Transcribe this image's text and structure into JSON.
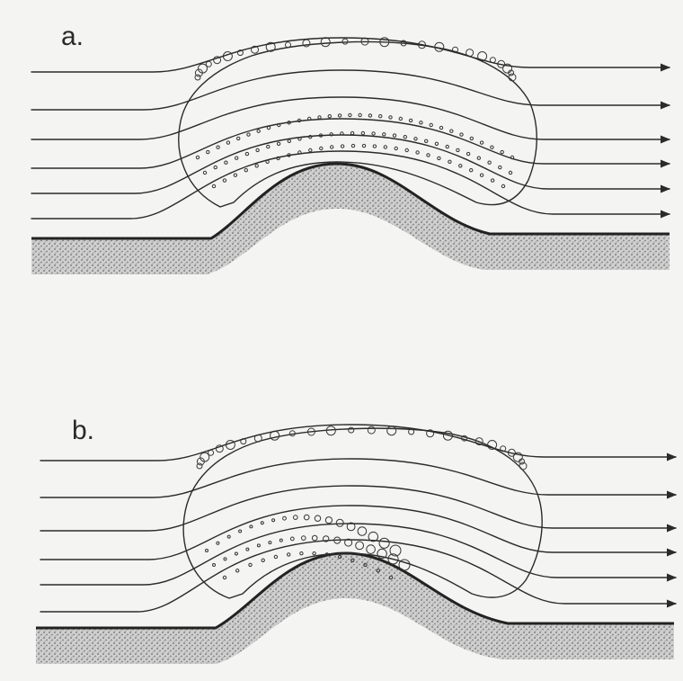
{
  "panels": [
    {
      "label": "a.",
      "droplet_style": "uniform"
    },
    {
      "label": "b.",
      "droplet_style": "growing"
    }
  ],
  "colors": {
    "background": "#f4f4f2",
    "ink": "#2b2b2b",
    "ground_fill": "#bdbdbd"
  }
}
